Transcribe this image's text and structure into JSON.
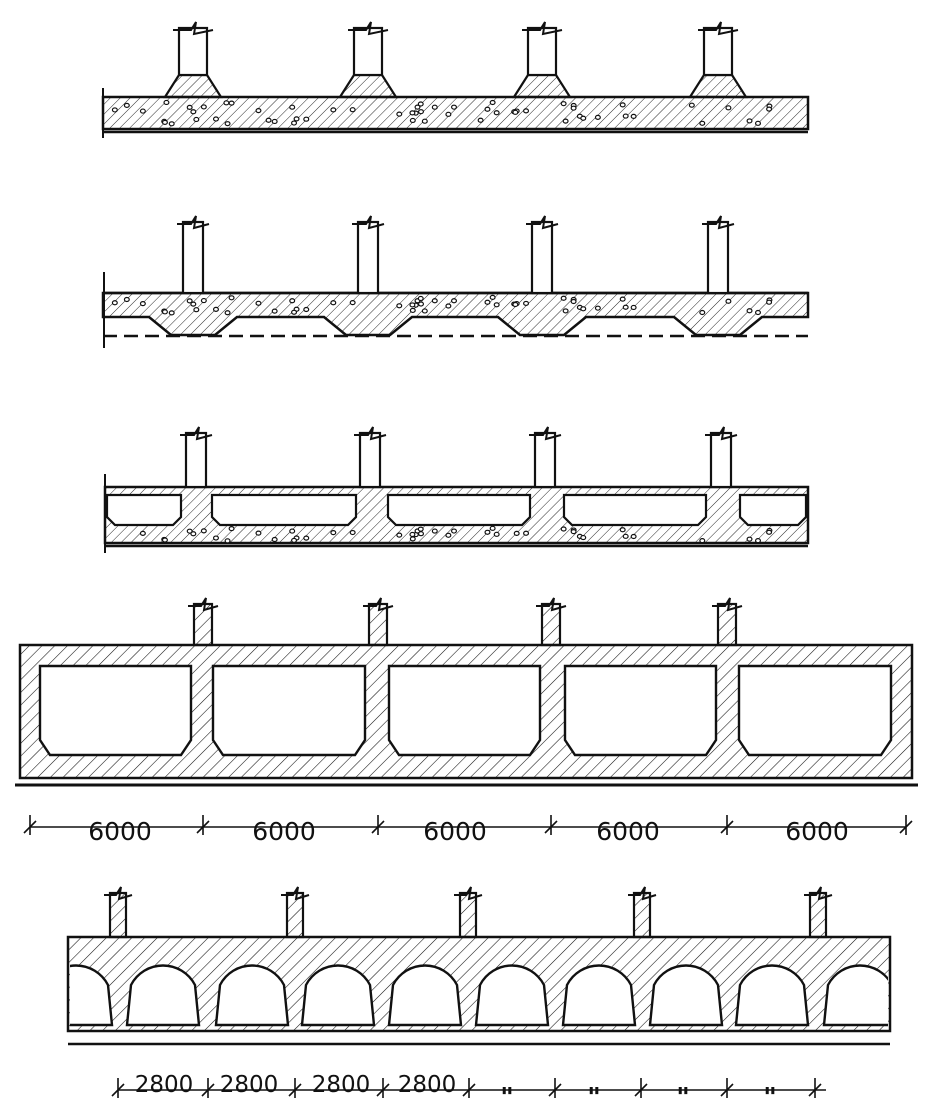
{
  "figure": {
    "panels": [
      {
        "id": "flat-slab-with-column-capitals"
      },
      {
        "id": "slab-with-drop-panels"
      },
      {
        "id": "ribbed-cellular-slab"
      },
      {
        "id": "box-section-raft"
      },
      {
        "id": "hollow-core-raft"
      }
    ],
    "dims_box": {
      "labels": [
        "6000",
        "6000",
        "6000",
        "6000",
        "6000"
      ]
    },
    "dims_hollow": {
      "labels": [
        "2800",
        "2800",
        "2800",
        "2800"
      ],
      "ditto_marks": [
        "\"",
        "\"",
        "\"",
        "\""
      ]
    },
    "colors": {
      "ink": "#111111",
      "paper": "#ffffff"
    }
  }
}
